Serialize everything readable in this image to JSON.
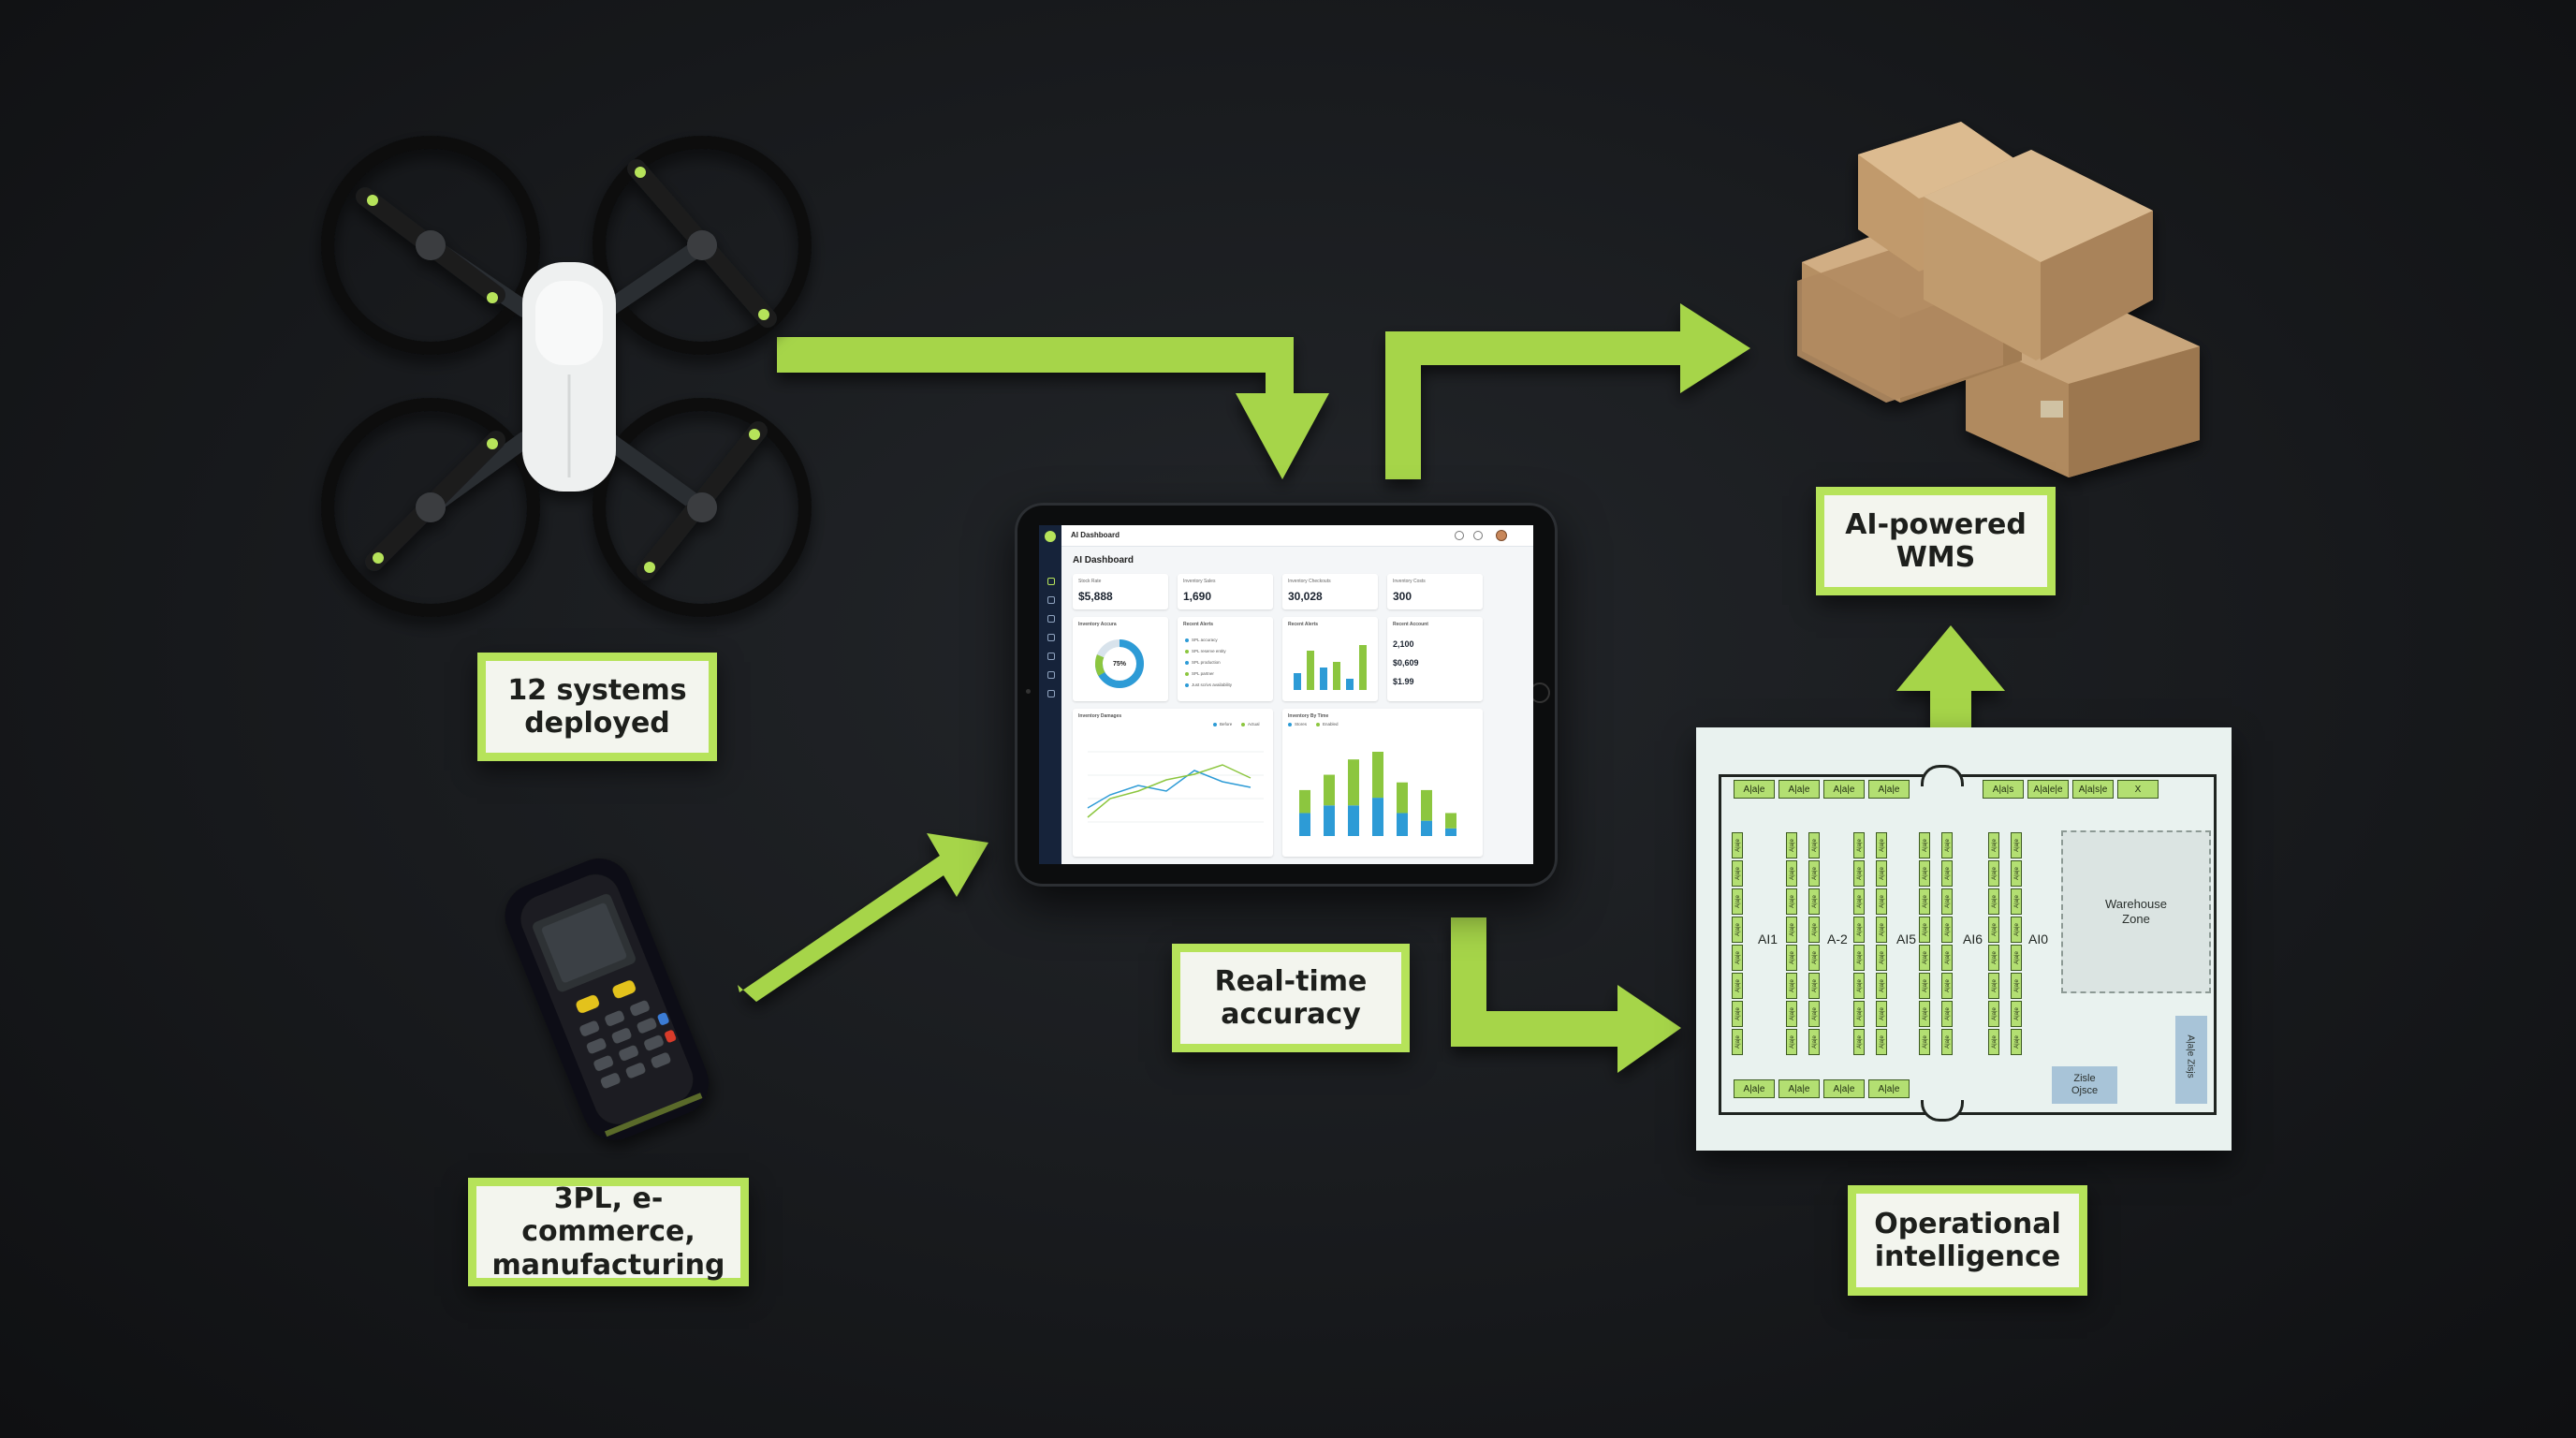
{
  "labels": {
    "systems": [
      "12 systems",
      "deployed"
    ],
    "industries": [
      "3PL, e-commerce,",
      "manufacturing"
    ],
    "accuracy": [
      "Real-time",
      "accuracy"
    ],
    "wms": [
      "AI-powered",
      "WMS"
    ],
    "intelligence": [
      "Operational",
      "intelligence"
    ]
  },
  "colors": {
    "accent": "#b6e35a",
    "background": "#181a1d",
    "label_bg": "#f3f5ee"
  },
  "dashboard": {
    "app_title": "AI Dashboard",
    "page_title": "AI Dashboard",
    "kpis": [
      {
        "label": "Stock Rate",
        "value": "$5,888"
      },
      {
        "label": "Inventory Sales",
        "value": "1,690"
      },
      {
        "label": "Inventory Checkouts",
        "value": "30,028"
      },
      {
        "label": "Inventory Costs",
        "value": "300"
      }
    ],
    "donut": {
      "title": "Inventory Accura",
      "value": "75%",
      "fraction": 0.75
    },
    "list_card": {
      "title": "Recent Alerts",
      "items": [
        "SPL accuracy",
        "SPL reserve entity",
        "SPL production",
        "SPL partner",
        "Just scrivs availability"
      ]
    },
    "bars_card": {
      "title": "Recent Alerts",
      "values": [
        3,
        7,
        4,
        5,
        2,
        8
      ]
    },
    "prices_card": {
      "title": "Recent Account",
      "values": [
        "2,100",
        "$0,609",
        "$1.99"
      ]
    },
    "line_card": {
      "title": "Inventory Damages",
      "legend": [
        "Before",
        "Actual"
      ]
    },
    "stack_card": {
      "title": "Inventory By Time",
      "legend": [
        "Stores",
        "Enabled"
      ],
      "series_a": [
        3,
        4,
        4,
        5,
        3,
        2,
        1
      ],
      "series_b": [
        3,
        4,
        6,
        6,
        4,
        4,
        2
      ]
    }
  },
  "warehouse": {
    "top_left_slots": [
      "A|a|e",
      "A|a|e",
      "A|a|e",
      "A|a|e"
    ],
    "top_right_slots": [
      "A|a|s",
      "A|a|e|e",
      "A|a|s|e",
      "X"
    ],
    "bottom_slots": [
      "A|a|e",
      "A|a|e",
      "A|a|e",
      "A|a|e"
    ],
    "aisles": [
      "AI1",
      "A-2",
      "AI5",
      "AI6",
      "AI0"
    ],
    "zone_label": "Warehouse Zone",
    "office_label": "Zisle Ojsce",
    "side_label": "A|a|e Zisjs",
    "rack_slot_text": "A|a|e"
  }
}
